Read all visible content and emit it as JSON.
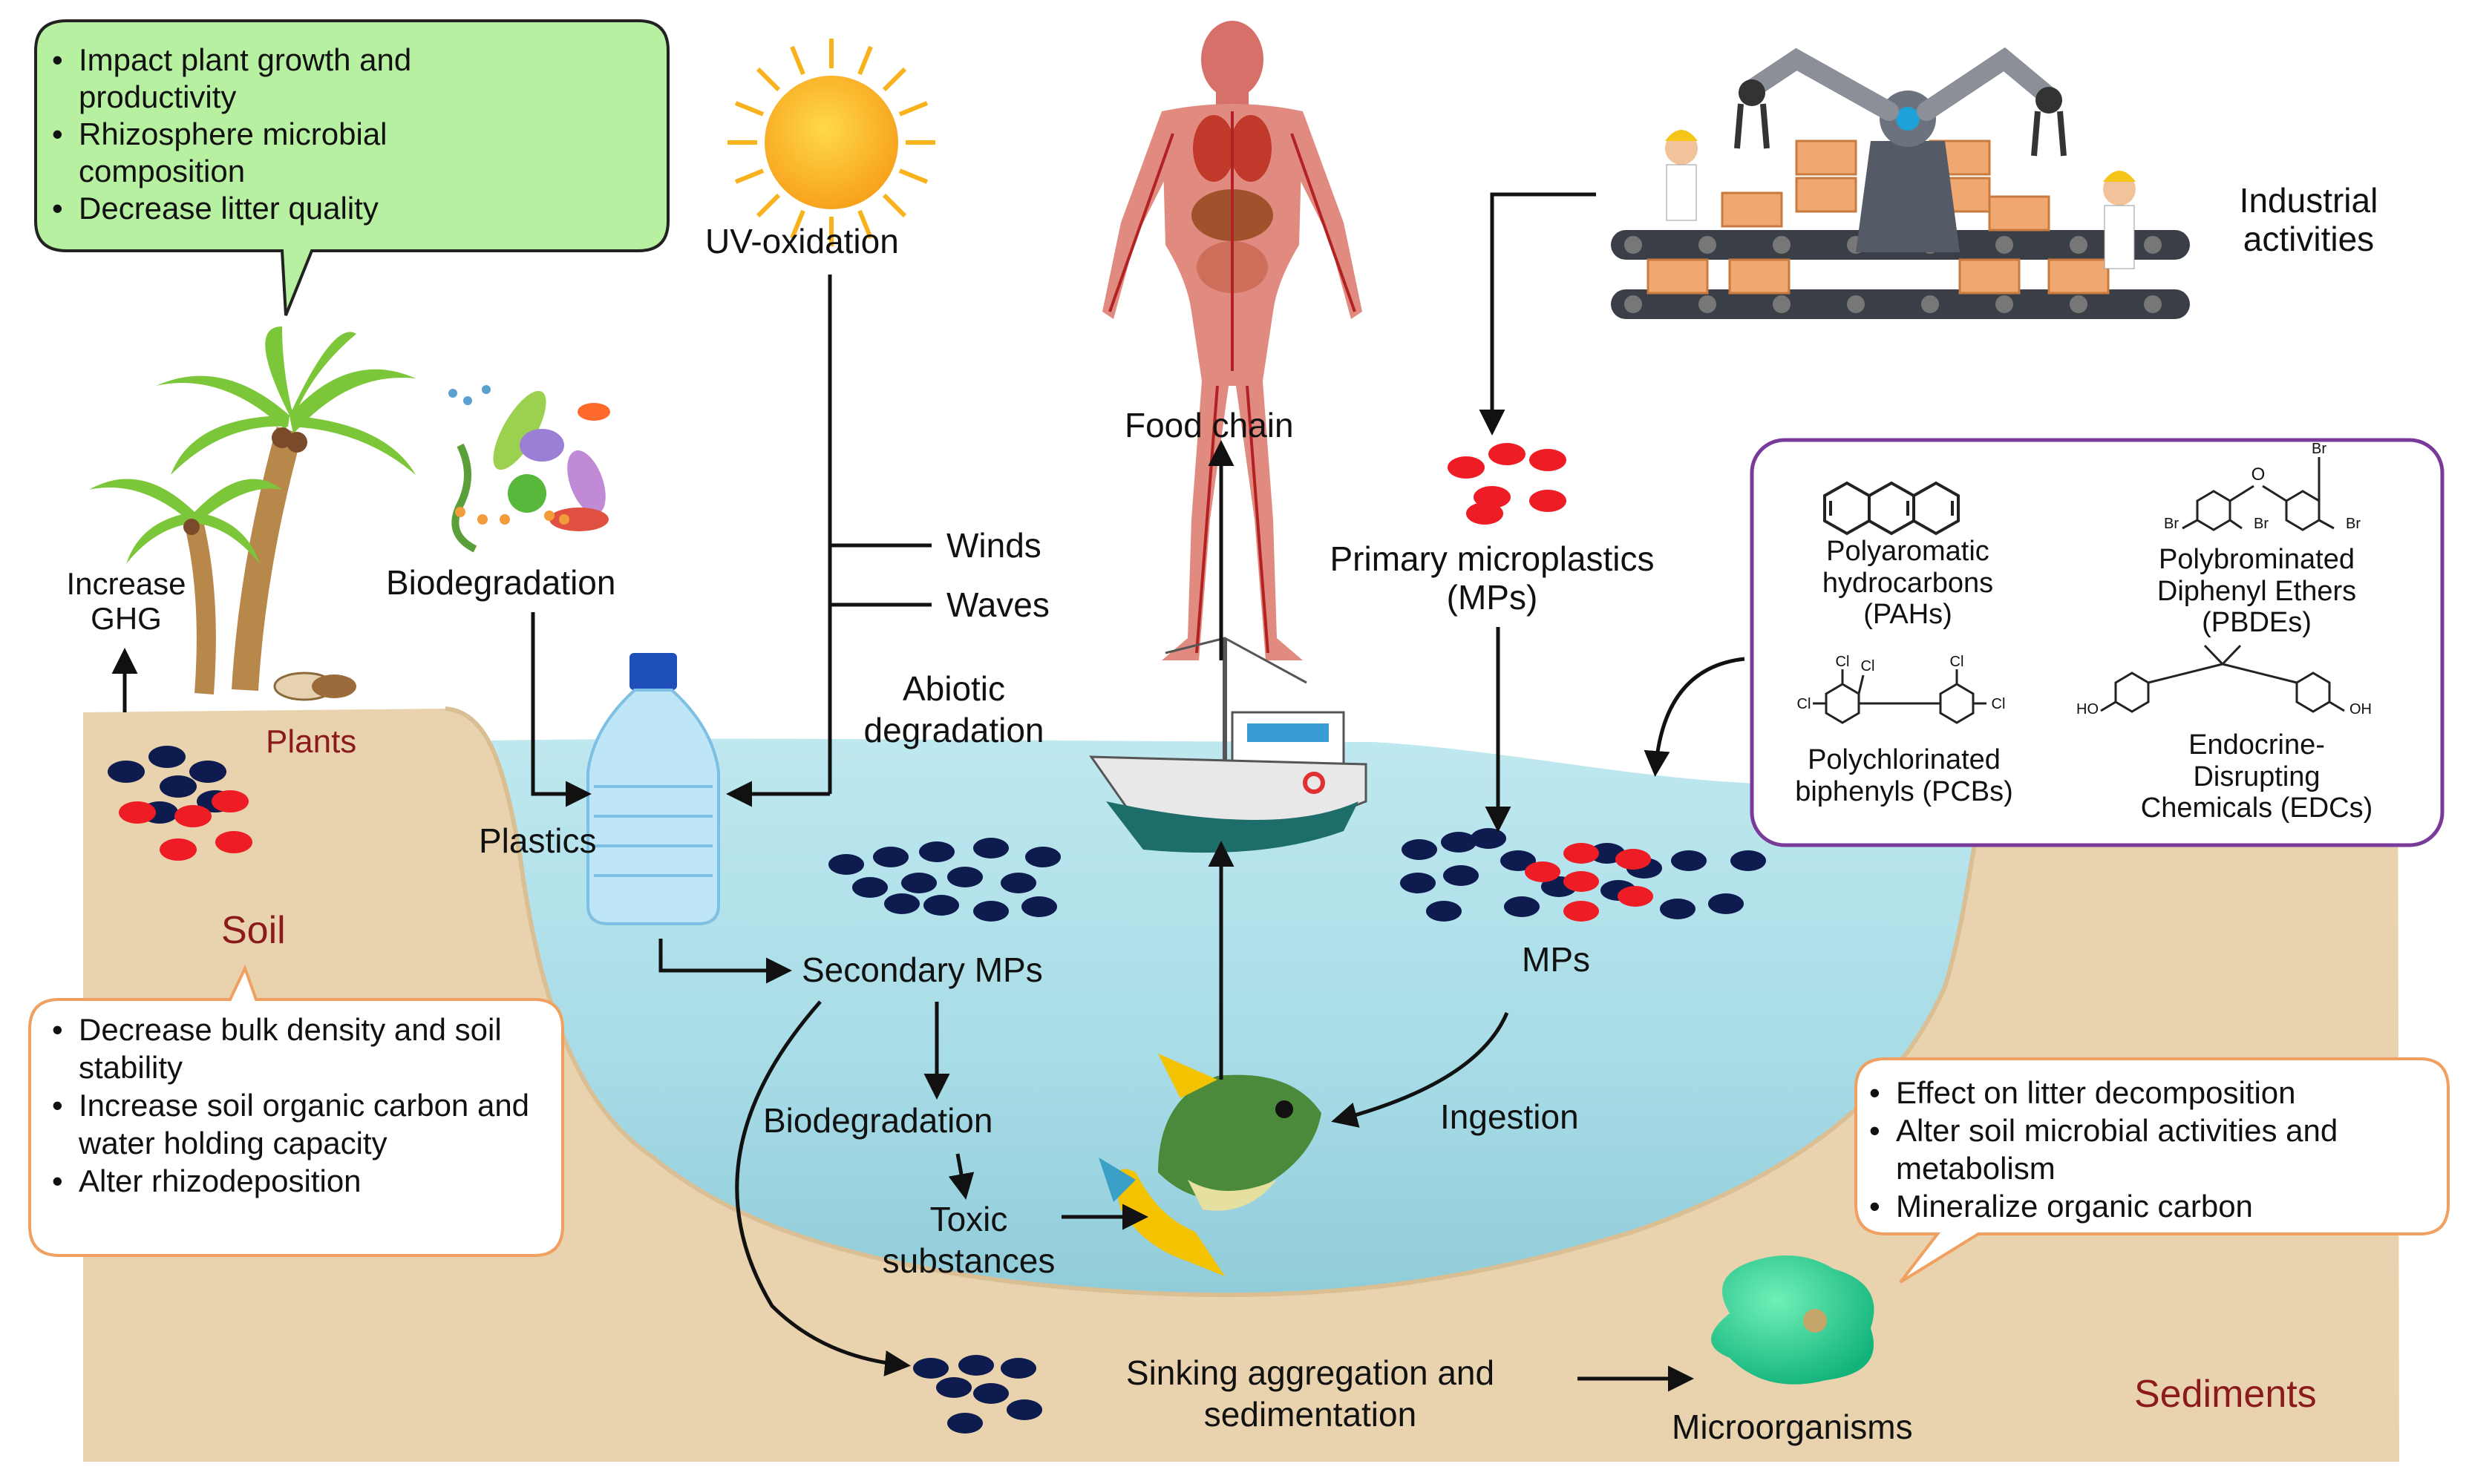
{
  "labels": {
    "uv_oxidation": "UV-oxidation",
    "food_chain": "Food chain",
    "industrial_activities": [
      "Industrial",
      "activities"
    ],
    "increase_ghg": [
      "Increase",
      "GHG"
    ],
    "biodegradation_top": "Biodegradation",
    "winds": "Winds",
    "waves": "Waves",
    "primary_mps": [
      "Primary microplastics",
      "(MPs)"
    ],
    "abiotic_degradation": [
      "Abiotic",
      "degradation"
    ],
    "plants": "Plants",
    "plastics": "Plastics",
    "soil": "Soil",
    "secondary_mps": "Secondary MPs",
    "mps": "MPs",
    "biodegradation_water": "Biodegradation",
    "ingestion": "Ingestion",
    "toxic_substances": [
      "Toxic",
      "substances"
    ],
    "sinking": [
      "Sinking aggregation and",
      "sedimentation"
    ],
    "microorganisms": "Microorganisms",
    "sediments": "Sediments"
  },
  "plant_effects": [
    "Impact plant growth and productivity",
    "Rhizosphere microbial composition",
    "Decrease litter quality"
  ],
  "soil_effects": [
    "Decrease bulk density and soil stability",
    "Increase soil organic carbon and water holding capacity",
    "Alter rhizodeposition"
  ],
  "sediment_effects": [
    "Effect on litter decomposition",
    "Alter soil microbial activities and metabolism",
    "Mineralize organic carbon"
  ],
  "pollutants": {
    "pahs": [
      "Polyaromatic",
      "hydrocarbons",
      "(PAHs)"
    ],
    "pbdes": [
      "Polybrominated",
      "Diphenyl Ethers",
      "(PBDEs)"
    ],
    "pcbs": [
      "Polychlorinated",
      "biphenyls (PCBs)"
    ],
    "edcs": [
      "Endocrine-",
      "Disrupting",
      "Chemicals (EDCs)"
    ],
    "atoms": {
      "br": "Br",
      "cl": "Cl",
      "o": "O",
      "ho": "HO",
      "oh": "OH"
    }
  },
  "colors": {
    "plant_box": "#b6f0a0",
    "plant_box_border": "#222222",
    "effects_box_border": "#f0a060",
    "pollutant_box_border": "#7a3a9a",
    "water": "#a6dbe6",
    "sand": "#e9d3ae",
    "red_mp": "#ee1c24",
    "navy_mp": "#0d1b4e",
    "dark_red_text": "#8b1a1a"
  },
  "icons": [
    "sun-icon",
    "human-body-icon",
    "industrial-robot-icon",
    "palm-tree-icon",
    "bacteria-icon",
    "plastic-bottle-icon",
    "fishing-boat-icon",
    "fish-icon",
    "microorganism-icon"
  ]
}
